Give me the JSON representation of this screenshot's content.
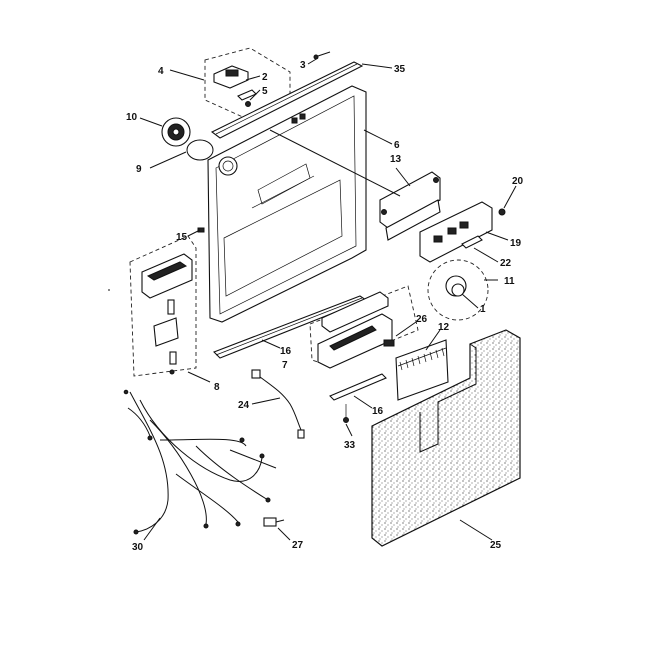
{
  "callouts": [
    {
      "id": "c4",
      "text": "4"
    },
    {
      "id": "c3",
      "text": "3"
    },
    {
      "id": "c35",
      "text": "35"
    },
    {
      "id": "c2",
      "text": "2"
    },
    {
      "id": "c5",
      "text": "5"
    },
    {
      "id": "c10",
      "text": "10"
    },
    {
      "id": "c6",
      "text": "6"
    },
    {
      "id": "c13",
      "text": "13"
    },
    {
      "id": "c9",
      "text": "9"
    },
    {
      "id": "c20",
      "text": "20"
    },
    {
      "id": "c15",
      "text": "15"
    },
    {
      "id": "c19",
      "text": "19"
    },
    {
      "id": "c22",
      "text": "22"
    },
    {
      "id": "c11",
      "text": "11"
    },
    {
      "id": "c1",
      "text": "1"
    },
    {
      "id": "c26",
      "text": "26"
    },
    {
      "id": "c12",
      "text": "12"
    },
    {
      "id": "c16a",
      "text": "16"
    },
    {
      "id": "c7",
      "text": "7"
    },
    {
      "id": "c8",
      "text": "8"
    },
    {
      "id": "c24",
      "text": "24"
    },
    {
      "id": "c16b",
      "text": "16"
    },
    {
      "id": "c33",
      "text": "33"
    },
    {
      "id": "c25",
      "text": "25"
    },
    {
      "id": "c30",
      "text": "30"
    },
    {
      "id": "c27",
      "text": "27"
    }
  ]
}
